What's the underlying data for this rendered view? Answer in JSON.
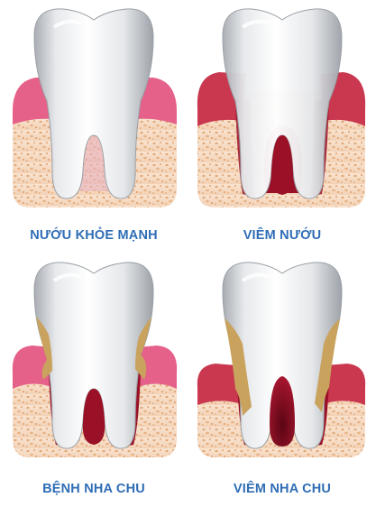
{
  "colors": {
    "caption": "#2f6db5",
    "bone": "#f6dcc6",
    "bone_speck": "#e2a774",
    "gum_healthy": "#e56189",
    "gum_inflamed": "#c9384f",
    "root_canal": "#9a1127",
    "tartar": "#c9a25d"
  },
  "panels": [
    {
      "id": "healthy",
      "label": "NƯỚU KHỎE MẠNH"
    },
    {
      "id": "gingivitis",
      "label": "VIÊM NƯỚU"
    },
    {
      "id": "periodontal",
      "label": "BỆNH NHA CHU"
    },
    {
      "id": "periodontitis",
      "label": "VIÊM NHA CHU"
    }
  ]
}
